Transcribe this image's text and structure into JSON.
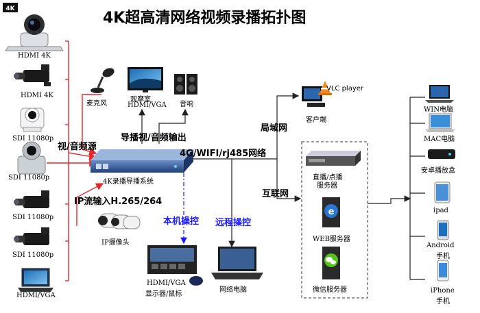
{
  "title": "4K超高清网络视频录播拓扑图",
  "colors": {
    "red": "#e8262b",
    "black": "#222222",
    "blue": "#1a1aff"
  },
  "sources": {
    "s1": "HDMI 4K",
    "s2": "HDMI 4K",
    "s3": "SDI 11080p",
    "s4": "SDI 11080p",
    "s5": "SDI 11080p",
    "s6": "SDI 11080p",
    "s7": "HDMI/VGA"
  },
  "labels": {
    "av_source": "视/音频源",
    "mic": "麦克风",
    "viewing_room_1": "观摩室",
    "viewing_room_2": "HDMI/VGA",
    "speaker": "音响",
    "director_out": "导播视/音频输出",
    "device": "4K录播导播系统",
    "ip_in": "IP流输入H.265/264",
    "ip_cam": "IP摄像头",
    "local_ctrl": "本机操控",
    "remote_ctrl": "远程操控",
    "display_1": "HDMI/VGA",
    "display_2": "显示器/鼠标",
    "net_pc": "网络电脑",
    "lan": "局域网",
    "vlc": "VLC player",
    "client": "客户端",
    "network": "4G/WIFI/rj485网络",
    "internet": "互联网",
    "live_1": "直播/点播",
    "live_2": "服务器",
    "web": "WEB服务器",
    "wechat": "微信服务器",
    "win": "WIN电脑",
    "mac": "MAC电脑",
    "android_box": "安卓播放盒",
    "ipad": "ipad",
    "android_1": "Android",
    "android_2": "手机",
    "iphone_1": "iPhone",
    "iphone_2": "手机"
  },
  "icons": [
    "ptz-camera-icon",
    "camcorder-icon",
    "microphone-icon",
    "monitor-icon",
    "speaker-icon",
    "rack-device-icon",
    "bullet-camera-icon",
    "laptop-icon",
    "server-icon",
    "ie-browser-icon",
    "wechat-icon",
    "vlc-icon",
    "ipad-icon",
    "phone-icon",
    "android-box-icon"
  ]
}
